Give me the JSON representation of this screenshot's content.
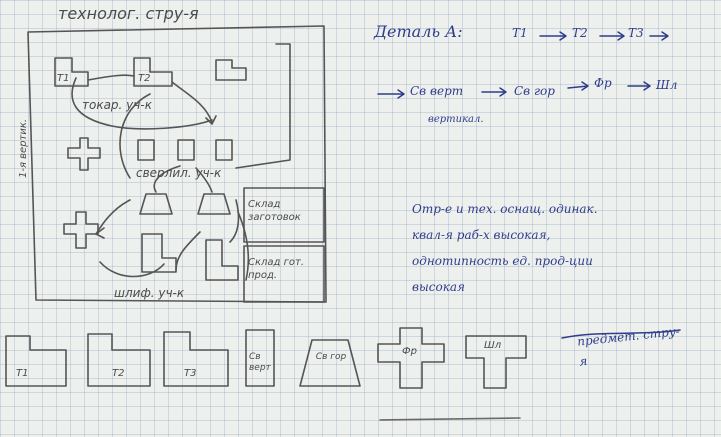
{
  "plan": {
    "title": "технолог. стру-я",
    "labels": {
      "t1": "Т1",
      "t2": "Т2",
      "tokarn": "токар. уч-к",
      "sverl": "сверлил. уч-к",
      "vertical": "1-я вертик.",
      "shlif": "шлиф. уч-к",
      "sklad_zag": "Склад заготовок",
      "sklad_got": "Склад гот. прод."
    }
  },
  "notes": {
    "detal": "Деталь А:",
    "route1": [
      "Т1",
      "Т2",
      "Т3"
    ],
    "route2": [
      "Св верт",
      "Св гор",
      "Фр",
      "Шл"
    ],
    "vertical": "вертикал.",
    "paragraph": [
      "Отр-е и тех. оснащ. одинак.",
      "квал-я раб-х высокая,",
      "однотипность ед. прод-ции",
      "высокая"
    ]
  },
  "machines": [
    {
      "label": "Т1"
    },
    {
      "label": "Т2"
    },
    {
      "label": "Т3"
    },
    {
      "label": "Св верт"
    },
    {
      "label": "Св гор"
    },
    {
      "label": "Фр"
    },
    {
      "label": "Шл"
    }
  ],
  "bottom_title": "предмет. стру-я"
}
